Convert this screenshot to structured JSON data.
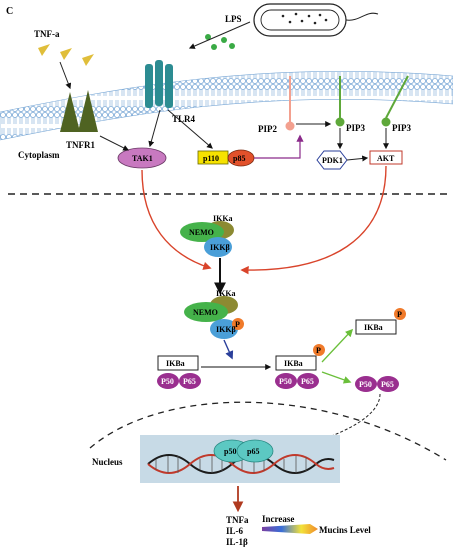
{
  "panel_label": "C",
  "labels": {
    "tnf_a": "TNF-a",
    "lps": "LPS",
    "tnfr1": "TNFR1",
    "tlr4": "TLR4",
    "cytoplasm": "Cytoplasm",
    "tak1": "TAK1",
    "p110": "p110",
    "p85": "p85",
    "pip2": "PIP2",
    "pip3_a": "PIP3",
    "pip3_b": "PIP3",
    "pdk1": "PDK1",
    "akt": "AKT",
    "nemo_1": "NEMO",
    "ikka_1": "IKKa",
    "ikkb_1": "IKKβ",
    "nemo_2": "NEMO",
    "ikka_2": "IKKa",
    "ikkb_2": "IKKβ",
    "p_ikk": "P",
    "ikba_1": "IKBa",
    "p50_1": "P50",
    "p65_1": "P65",
    "ikba_2": "IKBa",
    "p_ikba_2": "P",
    "p50_2": "P50",
    "p65_2": "P65",
    "ikba_3": "IKBa",
    "p_ikba_3": "P",
    "p50_3": "P50",
    "p65_3": "P65",
    "nucleus": "Nucleus",
    "p50_dna": "p50",
    "p65_dna": "p65",
    "out_tnfa": "TNFa",
    "out_il6": "IL-6",
    "out_il1b": "IL-1β",
    "increase": "Increase",
    "mucins": "Mucins Level"
  },
  "colors": {
    "arrow_red": "#d9442b",
    "arrow_green": "#6abf3a",
    "arrow_purple": "#8a2a8a",
    "arrow_blue": "#2a3f9a",
    "tnfr1": "#4f6322",
    "tlr4": "#2c8c92",
    "tak1": "#c879c0",
    "p110": "#f6e200",
    "p85": "#e2512b",
    "pip2": "#f3a08f",
    "pip3": "#5ea83a",
    "nemo": "#45b24a",
    "ikka": "#8c8a32",
    "ikkb": "#4a9fd8",
    "phospho": "#f07a2a",
    "nfkb": "#9a2f8f",
    "dna_box": "#c7dae6",
    "dna_p50p65": "#5cc8c2",
    "output_arrow": "#b03a1f"
  }
}
